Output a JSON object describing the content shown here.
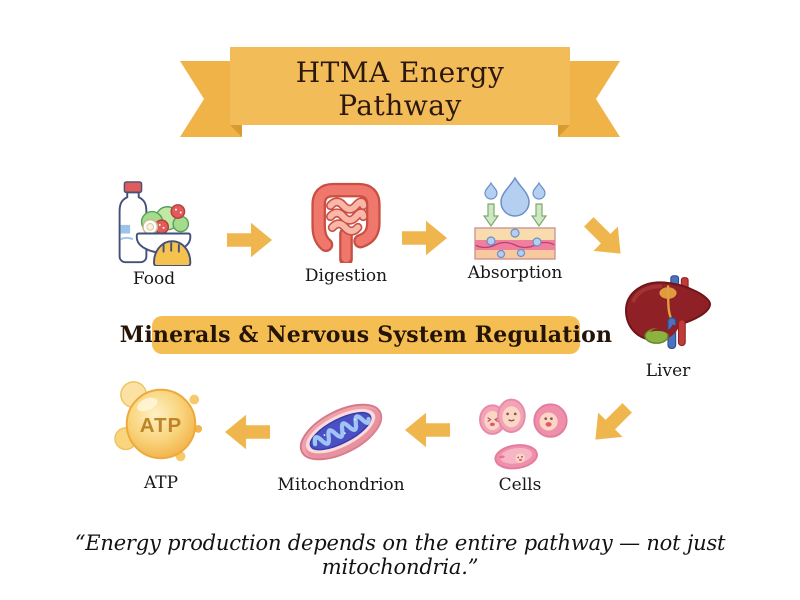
{
  "title": "HTMA Energy Pathway",
  "banner": {
    "label": "Minerals & Nervous System Regulation"
  },
  "nodes": {
    "food": {
      "label": "Food"
    },
    "digestion": {
      "label": "Digestion"
    },
    "absorption": {
      "label": "Absorption"
    },
    "liver": {
      "label": "Liver"
    },
    "cells": {
      "label": "Cells"
    },
    "mitochondrion": {
      "label": "Mitochondrion"
    },
    "atp": {
      "label": "ATP",
      "icon_text": "ATP"
    }
  },
  "flow": [
    "Food",
    "Digestion",
    "Absorption",
    "Liver",
    "Cells",
    "Mitochondrion",
    "ATP"
  ],
  "quote": "“Energy production depends on the entire pathway — not just mitochondria.”",
  "icons": {
    "food": "food-bowl-bottle-bread-icon",
    "digestion": "intestines-icon",
    "absorption": "droplets-membrane-icon",
    "liver": "liver-icon",
    "cells": "cells-icon",
    "mitochondrion": "mitochondrion-icon",
    "atp": "atp-molecule-icon",
    "connector": "block-arrow-icon"
  },
  "colors": {
    "ribbon_tail": "#efb347",
    "ribbon_panel": "#f2bc58",
    "arrow_gold": "#f0b64e",
    "banner_bg": "#f5be52",
    "title_text": "#2d1810",
    "label_text": "#171717",
    "quote_text": "#121212",
    "background": "#ffffff"
  }
}
